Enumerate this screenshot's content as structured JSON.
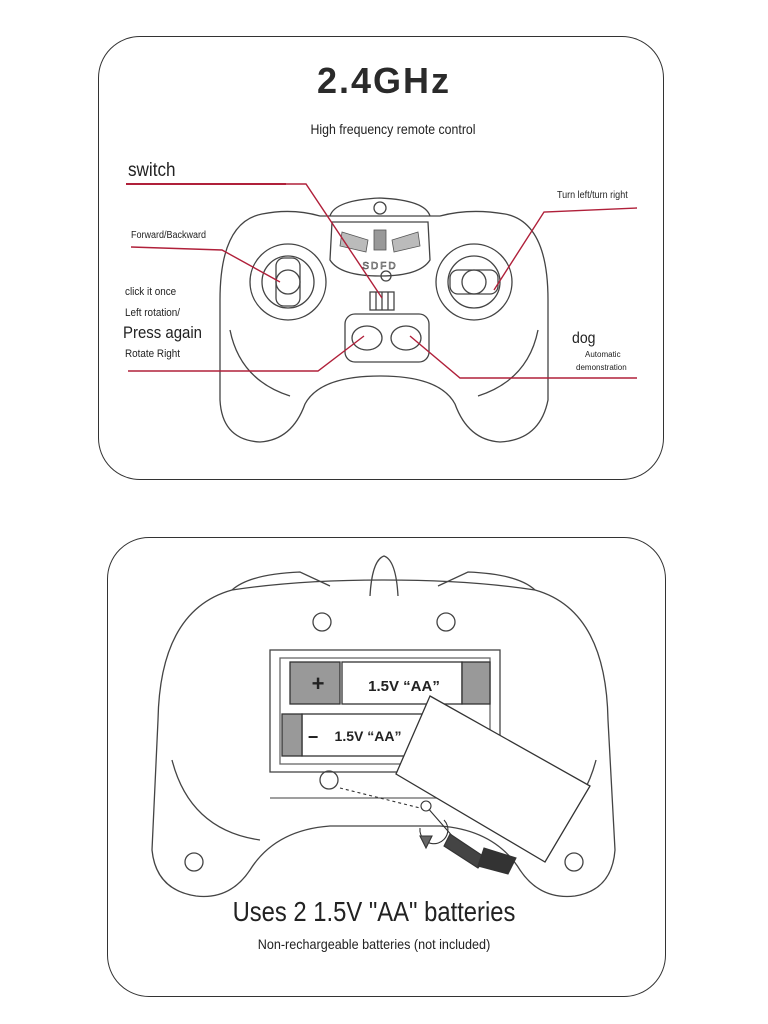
{
  "top_panel": {
    "title": "2.4GHz",
    "subtitle": "High frequency remote control",
    "labels": {
      "switch": "switch",
      "forward_backward": "Forward/Backward",
      "turn": "Turn left/turn right",
      "click_once": "click it once",
      "left_rotation": "Left rotation/",
      "press_again": "Press again",
      "rotate_right": "Rotate Right",
      "dog": "dog",
      "automatic": "Automatic",
      "demonstration": "demonstration"
    },
    "controller_logo": "SDFD",
    "accent_color": "#b0203a"
  },
  "bottom_panel": {
    "battery_top_sign": "+",
    "battery_top_label": "1.5V “AA”",
    "battery_bottom_sign": "−",
    "battery_bottom_label": "1.5V “AA”",
    "title": "Uses 2 1.5V \"AA\" batteries",
    "subtitle": "Non-rechargeable batteries (not included)"
  }
}
